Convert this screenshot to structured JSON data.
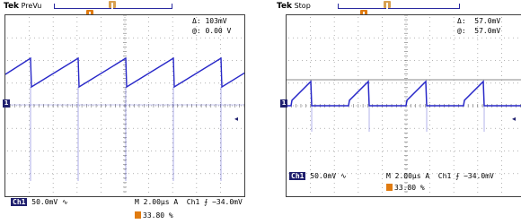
{
  "scopes": [
    {
      "id": "left",
      "brand": "Tek",
      "mode": "PreVu",
      "delta_label": "Δ: 103mV",
      "at_label": "@: 0.00 V",
      "channel": "Ch1",
      "volts_div": "50.0mV",
      "bw_symbol": "∿",
      "timebase": "M 2.00µs",
      "trigger": "A  Ch1",
      "trigger_level": "⨍ −34.0mV",
      "trigger_pos": "33.80 %",
      "ground_marker": "1",
      "level_arrow": "◂",
      "waveform": {
        "shape": "sawtooth_negative_offset",
        "ramps": 5
      }
    },
    {
      "id": "right",
      "brand": "Tek",
      "mode": "Stop",
      "delta_label": "Δ:  57.0mV",
      "at_label": "@:  57.0mV",
      "channel": "Ch1",
      "volts_div": "50.0mV",
      "bw_symbol": "∿",
      "timebase": "M 2.00µs",
      "trigger": "A  Ch1",
      "trigger_level": "⨍ −34.0mV",
      "trigger_pos": "33.80 %",
      "ground_marker": "1",
      "level_arrow": "◂",
      "waveform": {
        "shape": "pulse_ramp_on_ground",
        "ramps": 4
      }
    }
  ],
  "colors": {
    "trace": "#2828c8",
    "grid_dot": "#8a8a8a",
    "marker": "#e07b10",
    "badge": "#1f1f6e"
  }
}
